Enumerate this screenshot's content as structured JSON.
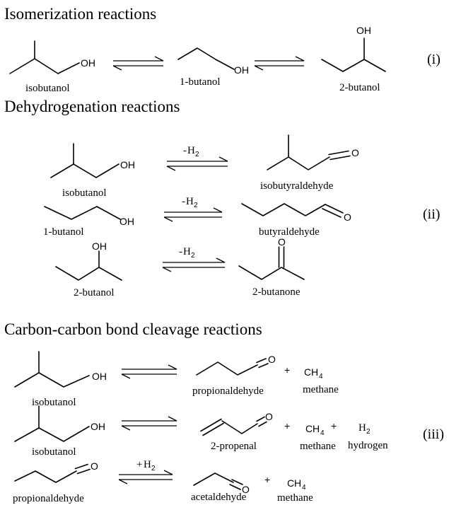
{
  "sections": {
    "isomerization": "Isomerization reactions",
    "dehydrogenation": "Dehydrogenation reactions",
    "cleavage": "Carbon-carbon bond cleavage reactions"
  },
  "reaction_numbers": {
    "i": "(i)",
    "ii": "(ii)",
    "iii": "(iii)"
  },
  "compounds": {
    "isobutanol": "isobutanol",
    "butanol_1": "1-butanol",
    "butanol_2": "2-butanol",
    "isobutyraldehyde": "isobutyraldehyde",
    "butyraldehyde": "butyraldehyde",
    "butanone_2": "2-butanone",
    "propionaldehyde": "propionaldehyde",
    "methane": "methane",
    "propenal_2": "2-propenal",
    "hydrogen": "hydrogen",
    "acetaldehyde": "acetaldehyde"
  },
  "atoms": {
    "OH": "OH",
    "O": "O",
    "C": "C",
    "H": "H",
    "plus": "+"
  },
  "subscripts": {
    "two": "2",
    "four": "4"
  },
  "conditions": {
    "minus": "-",
    "plus": "+"
  }
}
